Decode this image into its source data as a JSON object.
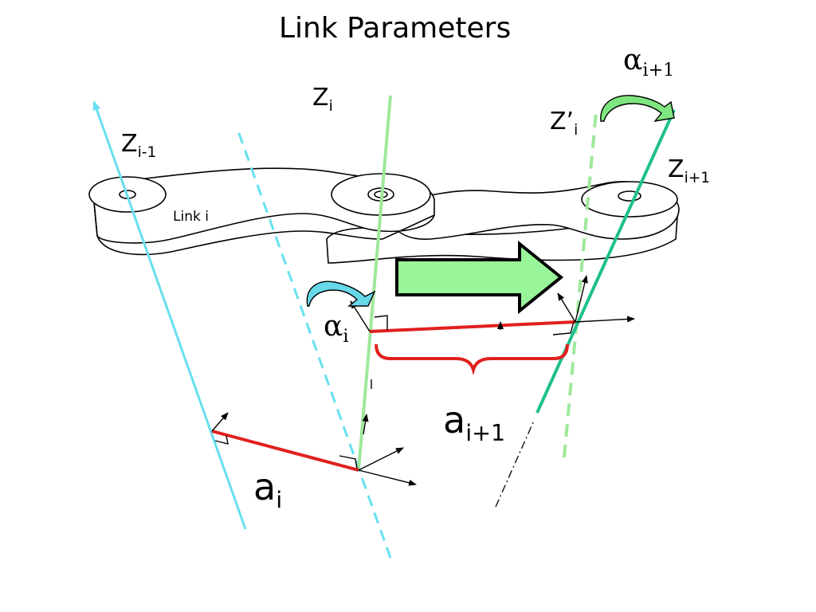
{
  "title": "Link Parameters",
  "link_label": "Link i",
  "axes": {
    "z_prev": {
      "base": "Z",
      "sub": "i-1"
    },
    "z_i": {
      "base": "Z",
      "sub": "i"
    },
    "z_prime": {
      "base": "Z’",
      "sub": "i"
    },
    "z_next": {
      "base": "Z",
      "sub": "i+1"
    }
  },
  "twist": {
    "alpha_i": {
      "base": "α",
      "sub": "i"
    },
    "alpha_next": {
      "base": "α",
      "sub": "i+1"
    }
  },
  "lengths": {
    "a_i": {
      "base": "a",
      "sub": "i"
    },
    "a_next": {
      "base": "a",
      "sub": "i+1"
    }
  },
  "colors": {
    "z_prev": "#66e0f0",
    "z_i": "#9ee89a",
    "z_next": "#1fc08a",
    "common_normal": "#e0201e",
    "arrow_fill": "#99f599",
    "alpha_i_arrow": "#66d8e8",
    "alpha_next_arrow": "#7fe67f"
  }
}
